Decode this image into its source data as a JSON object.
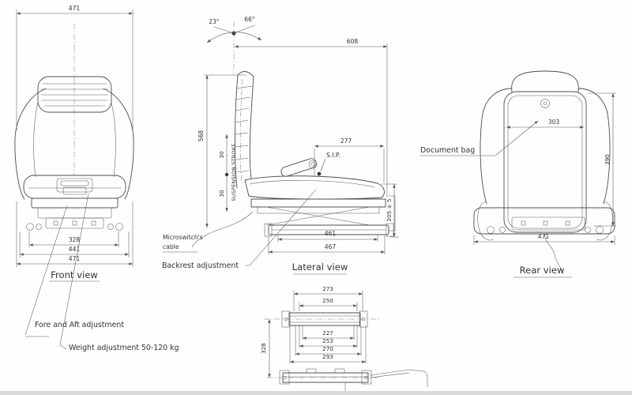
{
  "front_view": {
    "label": "Front view",
    "dims": {
      "top_width": "471",
      "rail_inner": "328",
      "frame_width": "441",
      "base_width": "471"
    },
    "callouts": {
      "fore_aft": "Fore and Aft adjustment",
      "weight": "Weight adjustment 50-120 kg"
    }
  },
  "lateral_view": {
    "label": "Lateral view",
    "angles": {
      "back": "23°",
      "forward": "66°"
    },
    "dims": {
      "overall_depth": "608",
      "overall_height": "568",
      "stroke_up": "30",
      "stroke_down": "30",
      "cushion_depth": "277",
      "seat_height": "205 ± 5",
      "rail_length": "461",
      "base_length": "467"
    },
    "labels": {
      "suspension_stroke": "SUSPENSION STROKE",
      "sip": "S.I.P.",
      "microswitch_line1": "Microswitch's",
      "microswitch_line2": "cable",
      "backrest_adjustment": "Backrest adjustment"
    }
  },
  "rear_view": {
    "label": "Rear view",
    "dims": {
      "bag_width": "303",
      "backrest_height": "390",
      "base_width": "471"
    },
    "callouts": {
      "document_bag": "Document bag"
    }
  },
  "bottom_view": {
    "dims": {
      "w1": "273",
      "w2": "250",
      "w3": "227",
      "w4": "253",
      "w5": "270",
      "w6": "293",
      "length": "328"
    }
  }
}
